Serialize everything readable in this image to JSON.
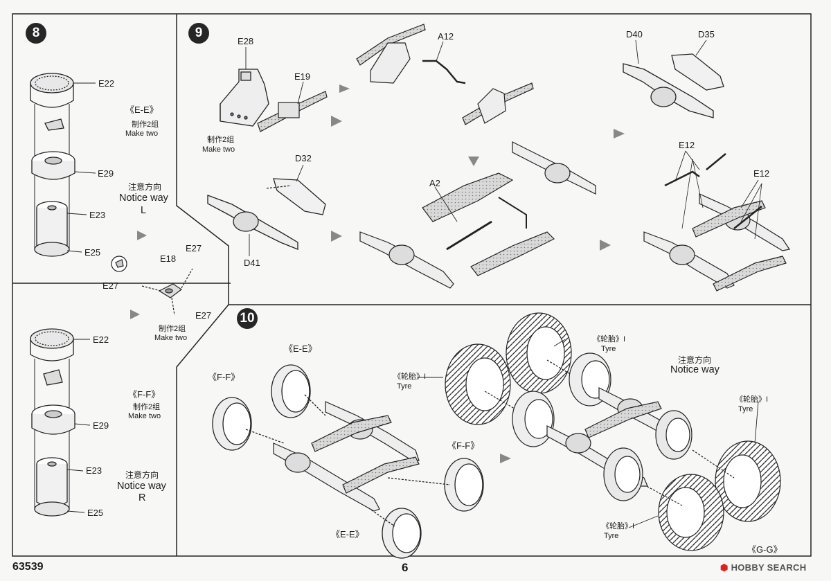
{
  "page": {
    "doc_code": "63539",
    "page_number": "6"
  },
  "watermark": {
    "brand": "HOBBY SEARCH",
    "h_color": "#dd2222"
  },
  "steps": [
    {
      "number": "8"
    },
    {
      "number": "9"
    },
    {
      "number": "10"
    }
  ],
  "step8": {
    "top": {
      "labels": [
        "E22",
        "E29",
        "E23",
        "E25"
      ],
      "section_tag": "《E-E》",
      "make_two_cn": "制作2组",
      "make_two_en": "Make two",
      "notice_cn": "注意方向",
      "notice_en": "Notice way",
      "side": "L"
    },
    "middle": {
      "labels": {
        "e18": "E18",
        "e27_top": "E27",
        "e27_left": "E27",
        "e27_bottom": "E27"
      },
      "make_two_cn": "制作2组",
      "make_two_en": "Make two"
    },
    "bottom": {
      "labels": [
        "E22",
        "E29",
        "E23",
        "E25"
      ],
      "section_tag": "《F-F》",
      "make_two_cn": "制作2组",
      "make_two_en": "Make two",
      "notice_cn": "注意方向",
      "notice_en": "Notice way",
      "side": "R"
    }
  },
  "step9": {
    "labels": {
      "e28": "E28",
      "e19": "E19",
      "a12": "A12",
      "d40": "D40",
      "d35": "D35",
      "d32": "D32",
      "d41": "D41",
      "a2": "A2",
      "e12_top": "E12",
      "e12_right": "E12"
    },
    "make_two_cn": "制作2组",
    "make_two_en": "Make two"
  },
  "step10": {
    "tags": {
      "ee_top": "《E-E》",
      "ff_left": "《F-F》",
      "ff_right": "《F-F》",
      "ee_bottom": "《E-E》",
      "gg": "《G-G》"
    },
    "tyre_cn": "《轮胎》I",
    "tyre_en": "Tyre",
    "notice_cn": "注意方向",
    "notice_en": "Notice way"
  }
}
